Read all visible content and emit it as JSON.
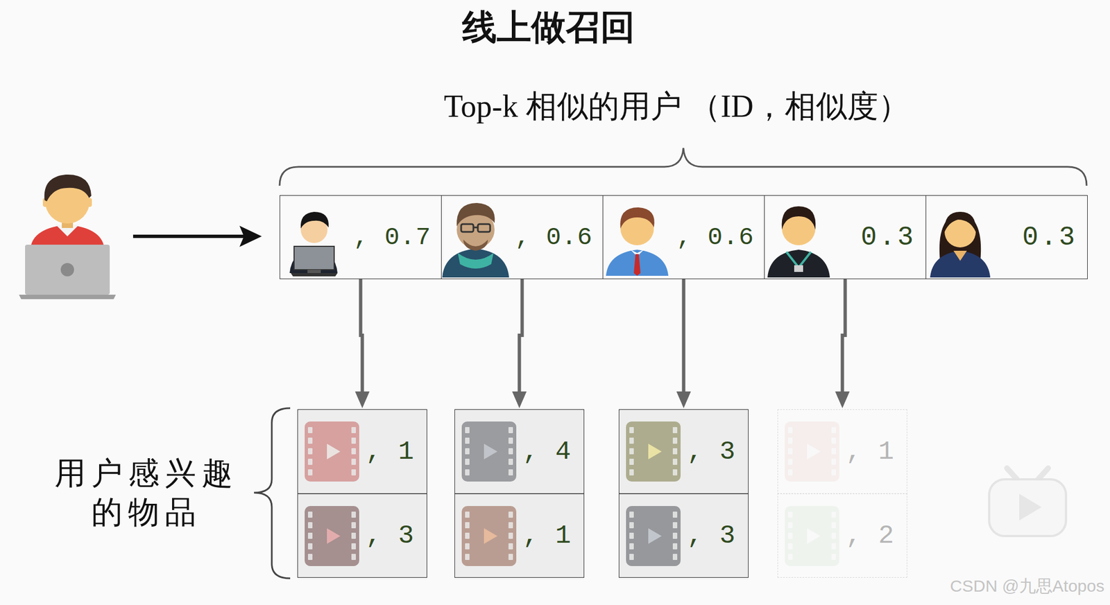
{
  "diagram": {
    "title": "线上做召回",
    "nodes": [
      {
        "text": [
          ", 0.7"
        ]
      },
      {
        "text": [
          ", 0.6"
        ]
      },
      {
        "text": [
          ", 0.6"
        ]
      },
      {
        "text": [
          "0.3"
        ]
      },
      {
        "text": [
          "0.3"
        ]
      },
      {
        "text": [
          ", 1"
        ]
      },
      {
        "text": [
          ", 4"
        ]
      },
      {
        "text": [
          ", 3"
        ]
      },
      {
        "text": [
          ", 1"
        ]
      },
      {
        "text": [
          ", 3"
        ]
      },
      {
        "text": [
          ", 1"
        ]
      },
      {
        "text": [
          ", 3"
        ]
      },
      {
        "text": [
          ", 2"
        ]
      }
    ],
    "edges": [
      {
        "from": 0,
        "to": 5,
        "arrow": "to"
      },
      {
        "from": 1,
        "to": 6,
        "arrow": "to"
      },
      {
        "from": 2,
        "to": 7,
        "arrow": "to"
      },
      {
        "from": 3,
        "to": 8,
        "arrow": "to"
      }
    ],
    "labels": [
      "Top-k 相似的用户 （ID，相似度）",
      "用户感兴趣的物品",
      "CSDN @九思Atopos"
    ]
  }
}
